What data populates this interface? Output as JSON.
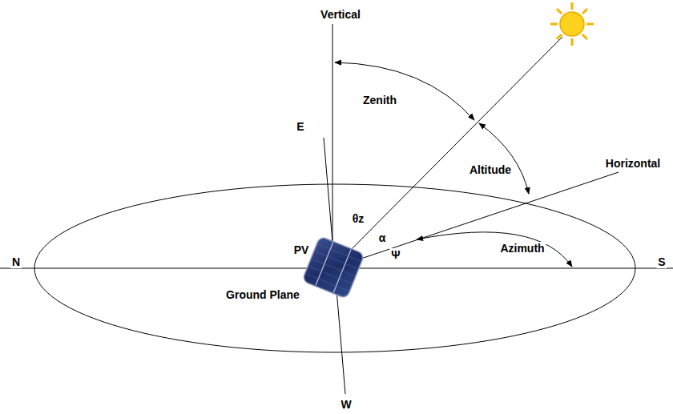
{
  "diagram": {
    "labels": [
      "Vertical",
      "Zenith",
      "E",
      "Altitude",
      "Horizontal",
      "θz",
      "α",
      "N",
      "PV",
      "Ψ",
      "Azimuth",
      "S",
      "Ground Plane",
      "W"
    ]
  }
}
